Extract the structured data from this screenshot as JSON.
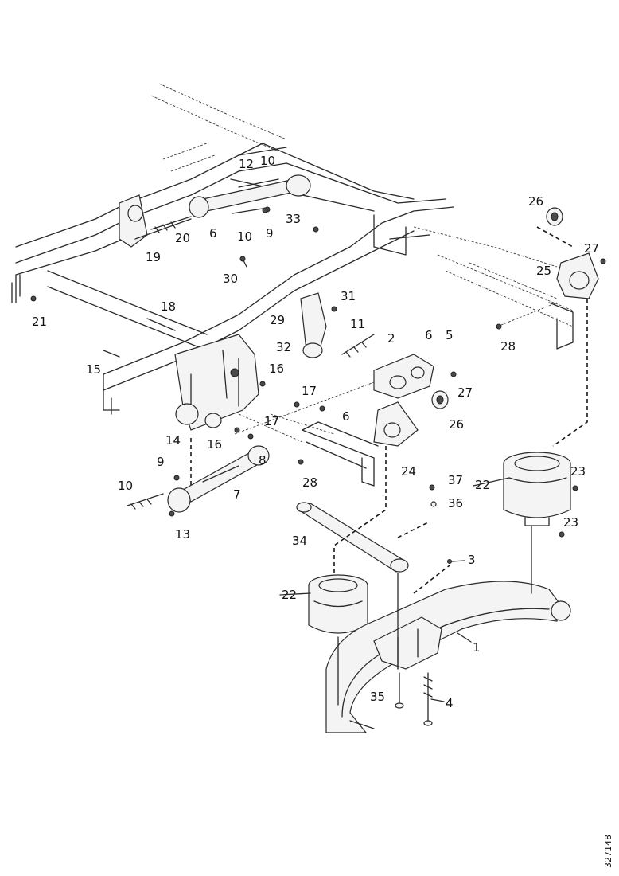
{
  "figure_code": "327148",
  "callouts": [
    {
      "id": "c1",
      "text": "1"
    },
    {
      "id": "c2",
      "text": "2"
    },
    {
      "id": "c3",
      "text": "3"
    },
    {
      "id": "c4",
      "text": "4"
    },
    {
      "id": "c5",
      "text": "5"
    },
    {
      "id": "c6a",
      "text": "6"
    },
    {
      "id": "c6b",
      "text": "6"
    },
    {
      "id": "c6c",
      "text": "6"
    },
    {
      "id": "c7",
      "text": "7"
    },
    {
      "id": "c8",
      "text": "8"
    },
    {
      "id": "c9a",
      "text": "9"
    },
    {
      "id": "c9b",
      "text": "9"
    },
    {
      "id": "c10a",
      "text": "10"
    },
    {
      "id": "c10b",
      "text": "10"
    },
    {
      "id": "c10c",
      "text": "10"
    },
    {
      "id": "c11",
      "text": "11"
    },
    {
      "id": "c12",
      "text": "12"
    },
    {
      "id": "c13",
      "text": "13"
    },
    {
      "id": "c14",
      "text": "14"
    },
    {
      "id": "c15",
      "text": "15"
    },
    {
      "id": "c16a",
      "text": "16"
    },
    {
      "id": "c16b",
      "text": "16"
    },
    {
      "id": "c17a",
      "text": "17"
    },
    {
      "id": "c17b",
      "text": "17"
    },
    {
      "id": "c18",
      "text": "18"
    },
    {
      "id": "c19",
      "text": "19"
    },
    {
      "id": "c20",
      "text": "20"
    },
    {
      "id": "c21",
      "text": "21"
    },
    {
      "id": "c22a",
      "text": "22"
    },
    {
      "id": "c22b",
      "text": "22"
    },
    {
      "id": "c23a",
      "text": "23"
    },
    {
      "id": "c23b",
      "text": "23"
    },
    {
      "id": "c24",
      "text": "24"
    },
    {
      "id": "c25",
      "text": "25"
    },
    {
      "id": "c26a",
      "text": "26"
    },
    {
      "id": "c26b",
      "text": "26"
    },
    {
      "id": "c27a",
      "text": "27"
    },
    {
      "id": "c27b",
      "text": "27"
    },
    {
      "id": "c28a",
      "text": "28"
    },
    {
      "id": "c28b",
      "text": "28"
    },
    {
      "id": "c29",
      "text": "29"
    },
    {
      "id": "c30",
      "text": "30"
    },
    {
      "id": "c31",
      "text": "31"
    },
    {
      "id": "c32",
      "text": "32"
    },
    {
      "id": "c33",
      "text": "33"
    },
    {
      "id": "c34",
      "text": "34"
    },
    {
      "id": "c35",
      "text": "35"
    },
    {
      "id": "c36",
      "text": "36"
    },
    {
      "id": "c37",
      "text": "37"
    }
  ]
}
